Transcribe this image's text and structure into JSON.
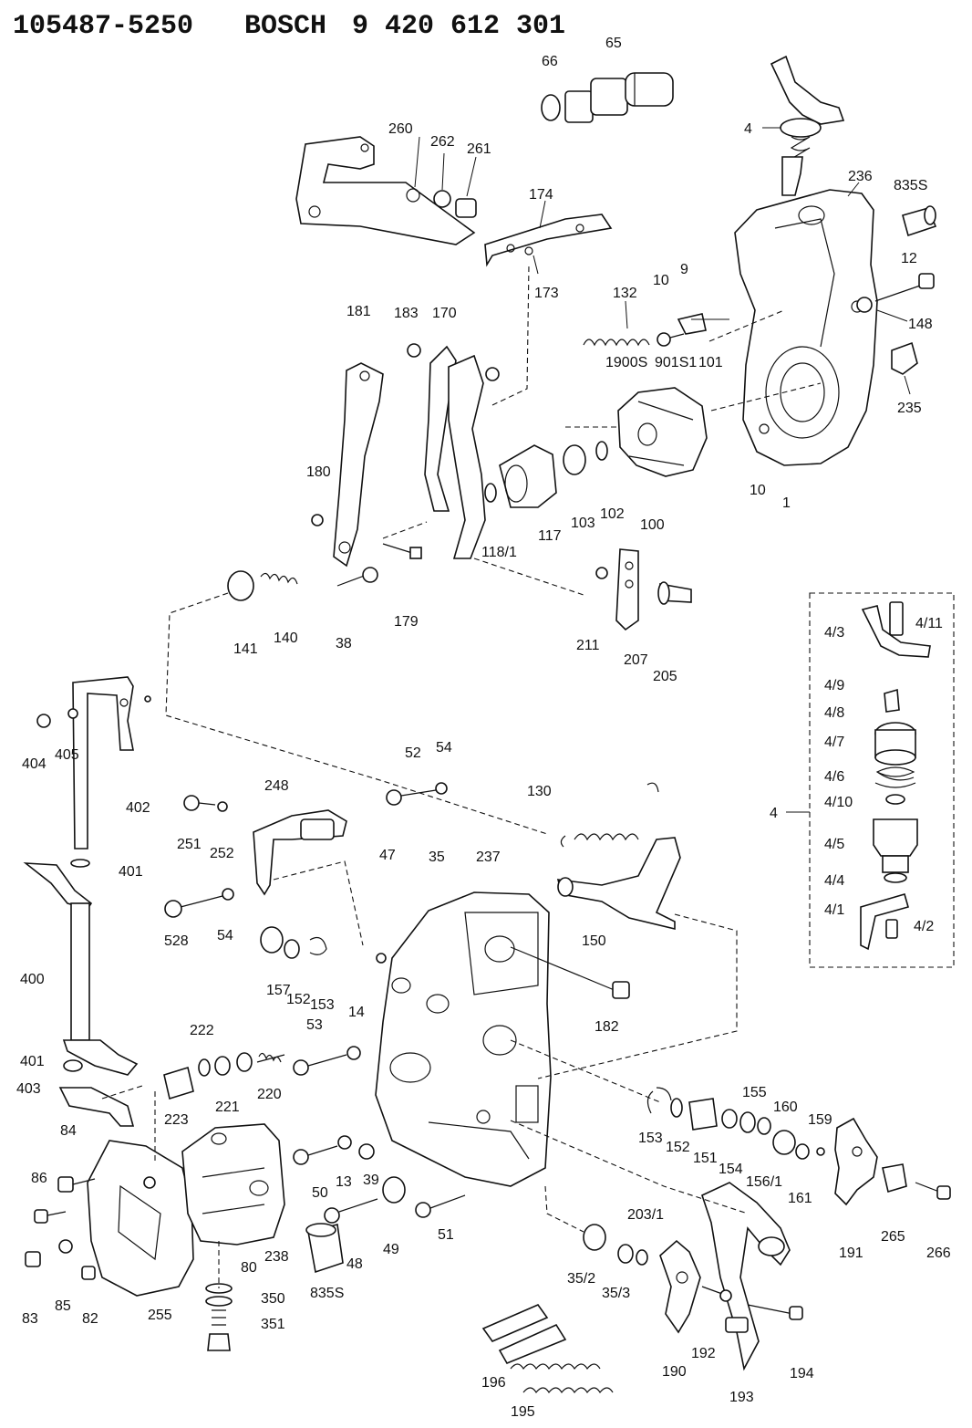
{
  "header": {
    "part_code": "105487-5250",
    "brand": "BOSCH",
    "bosch_number": "9 420 612 301"
  },
  "callouts": [
    {
      "id": "c66",
      "text": "66"
    },
    {
      "id": "c65",
      "text": "65"
    },
    {
      "id": "c260",
      "text": "260"
    },
    {
      "id": "c262",
      "text": "262"
    },
    {
      "id": "c261",
      "text": "261"
    },
    {
      "id": "c174",
      "text": "174"
    },
    {
      "id": "c4top",
      "text": "4"
    },
    {
      "id": "c236",
      "text": "236"
    },
    {
      "id": "c835a",
      "text": "835S"
    },
    {
      "id": "c12",
      "text": "12"
    },
    {
      "id": "c148",
      "text": "148"
    },
    {
      "id": "c173",
      "text": "173"
    },
    {
      "id": "c132",
      "text": "132"
    },
    {
      "id": "c10a",
      "text": "10"
    },
    {
      "id": "c9",
      "text": "9"
    },
    {
      "id": "c181",
      "text": "181"
    },
    {
      "id": "c183",
      "text": "183"
    },
    {
      "id": "c170",
      "text": "170"
    },
    {
      "id": "c1900s",
      "text": "1900S"
    },
    {
      "id": "c9015",
      "text": "901S1"
    },
    {
      "id": "c101",
      "text": "101"
    },
    {
      "id": "c235",
      "text": "235"
    },
    {
      "id": "c180",
      "text": "180"
    },
    {
      "id": "c10b",
      "text": "10"
    },
    {
      "id": "c1",
      "text": "1"
    },
    {
      "id": "c118",
      "text": "118/1"
    },
    {
      "id": "c117",
      "text": "117"
    },
    {
      "id": "c103",
      "text": "103"
    },
    {
      "id": "c102",
      "text": "102"
    },
    {
      "id": "c100",
      "text": "100"
    },
    {
      "id": "c141",
      "text": "141"
    },
    {
      "id": "c140",
      "text": "140"
    },
    {
      "id": "c38",
      "text": "38"
    },
    {
      "id": "c179",
      "text": "179"
    },
    {
      "id": "c211",
      "text": "211"
    },
    {
      "id": "c207",
      "text": "207"
    },
    {
      "id": "c205",
      "text": "205"
    },
    {
      "id": "c4_3",
      "text": "4/3"
    },
    {
      "id": "c4_11",
      "text": "4/11"
    },
    {
      "id": "c4_9",
      "text": "4/9"
    },
    {
      "id": "c4_8",
      "text": "4/8"
    },
    {
      "id": "c4_7",
      "text": "4/7"
    },
    {
      "id": "c4_6",
      "text": "4/6"
    },
    {
      "id": "c4grp",
      "text": "4"
    },
    {
      "id": "c4_10",
      "text": "4/10"
    },
    {
      "id": "c4_5",
      "text": "4/5"
    },
    {
      "id": "c4_4",
      "text": "4/4"
    },
    {
      "id": "c4_1",
      "text": "4/1"
    },
    {
      "id": "c4_2",
      "text": "4/2"
    },
    {
      "id": "c404",
      "text": "404"
    },
    {
      "id": "c405",
      "text": "405"
    },
    {
      "id": "c402",
      "text": "402"
    },
    {
      "id": "c401a",
      "text": "401"
    },
    {
      "id": "c400",
      "text": "400"
    },
    {
      "id": "c401b",
      "text": "401"
    },
    {
      "id": "c403",
      "text": "403"
    },
    {
      "id": "c52",
      "text": "52"
    },
    {
      "id": "c54a",
      "text": "54"
    },
    {
      "id": "c248",
      "text": "248"
    },
    {
      "id": "c251",
      "text": "251"
    },
    {
      "id": "c252",
      "text": "252"
    },
    {
      "id": "c130",
      "text": "130"
    },
    {
      "id": "c47",
      "text": "47"
    },
    {
      "id": "c35",
      "text": "35"
    },
    {
      "id": "c237",
      "text": "237"
    },
    {
      "id": "c528",
      "text": "528"
    },
    {
      "id": "c54b",
      "text": "54"
    },
    {
      "id": "c150",
      "text": "150"
    },
    {
      "id": "c157",
      "text": "157"
    },
    {
      "id": "c152a",
      "text": "152"
    },
    {
      "id": "c153a",
      "text": "153"
    },
    {
      "id": "c182",
      "text": "182"
    },
    {
      "id": "c222",
      "text": "222"
    },
    {
      "id": "c53",
      "text": "53"
    },
    {
      "id": "c14",
      "text": "14"
    },
    {
      "id": "c223",
      "text": "223"
    },
    {
      "id": "c221",
      "text": "221"
    },
    {
      "id": "c220",
      "text": "220"
    },
    {
      "id": "c84",
      "text": "84"
    },
    {
      "id": "c153b",
      "text": "153"
    },
    {
      "id": "c152b",
      "text": "152"
    },
    {
      "id": "c151",
      "text": "151"
    },
    {
      "id": "c155",
      "text": "155"
    },
    {
      "id": "c154",
      "text": "154"
    },
    {
      "id": "c156",
      "text": "156/1"
    },
    {
      "id": "c160",
      "text": "160"
    },
    {
      "id": "c161",
      "text": "161"
    },
    {
      "id": "c159",
      "text": "159"
    },
    {
      "id": "c86",
      "text": "86"
    },
    {
      "id": "c50",
      "text": "50"
    },
    {
      "id": "c13",
      "text": "13"
    },
    {
      "id": "c39",
      "text": "39"
    },
    {
      "id": "c51",
      "text": "51"
    },
    {
      "id": "c191",
      "text": "191"
    },
    {
      "id": "c265",
      "text": "265"
    },
    {
      "id": "c266",
      "text": "266"
    },
    {
      "id": "c83",
      "text": "83"
    },
    {
      "id": "c85",
      "text": "85"
    },
    {
      "id": "c82",
      "text": "82"
    },
    {
      "id": "c255",
      "text": "255"
    },
    {
      "id": "c80",
      "text": "80"
    },
    {
      "id": "c238",
      "text": "238"
    },
    {
      "id": "c48",
      "text": "48"
    },
    {
      "id": "c49",
      "text": "49"
    },
    {
      "id": "c835b",
      "text": "835S"
    },
    {
      "id": "c35_2",
      "text": "35/2"
    },
    {
      "id": "c203",
      "text": "203/1"
    },
    {
      "id": "c35_3",
      "text": "35/3"
    },
    {
      "id": "c350",
      "text": "350"
    },
    {
      "id": "c351",
      "text": "351"
    },
    {
      "id": "c190",
      "text": "190"
    },
    {
      "id": "c192",
      "text": "192"
    },
    {
      "id": "c194",
      "text": "194"
    },
    {
      "id": "c196",
      "text": "196"
    },
    {
      "id": "c195",
      "text": "195"
    },
    {
      "id": "c193",
      "text": "193"
    }
  ]
}
